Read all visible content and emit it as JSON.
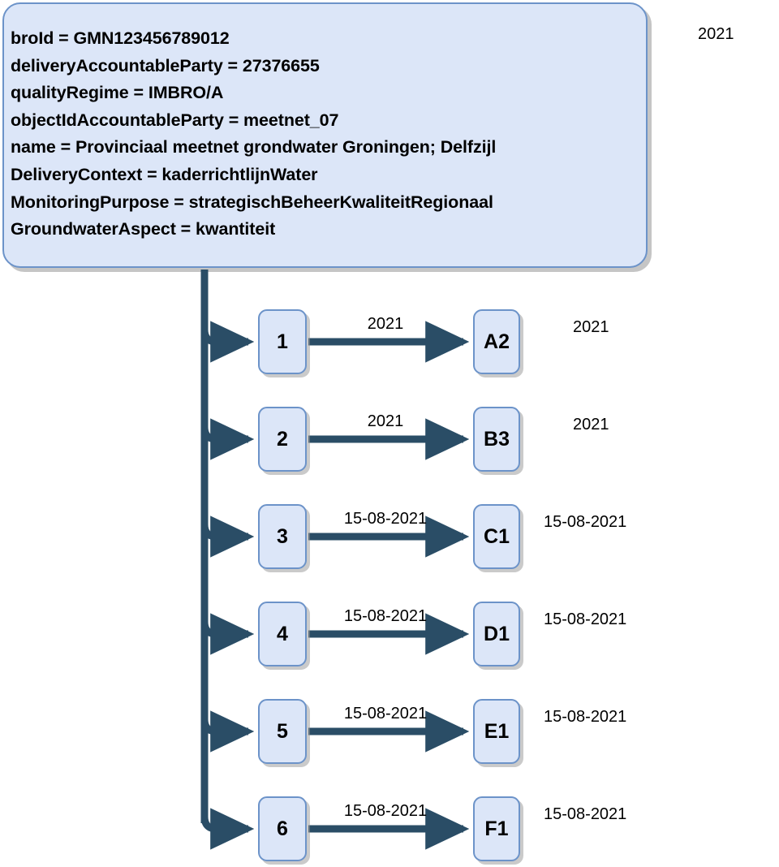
{
  "diagram": {
    "title_box": {
      "name": "gmn-attribute-box",
      "lines": [
        "broId = GMN123456789012",
        "deliveryAccountableParty = 27376655",
        "qualityRegime = IMBRO/A",
        "objectIdAccountableParty = meetnet_07",
        "name = Provinciaal meetnet grondwater Groningen; Delfzijl",
        "DeliveryContext = kaderrichtlijnWater",
        "MonitoringPurpose = strategischBeheerKwaliteitRegionaal",
        "GroundwaterAspect = kwantiteit"
      ]
    },
    "corner_label": "2021",
    "rows": [
      {
        "left": "1",
        "edge_label": "2021",
        "right": "A2",
        "row_label": "2021"
      },
      {
        "left": "2",
        "edge_label": "2021",
        "right": "B3",
        "row_label": "2021"
      },
      {
        "left": "3",
        "edge_label": "15-08-2021",
        "right": "C1",
        "row_label": "15-08-2021"
      },
      {
        "left": "4",
        "edge_label": "15-08-2021",
        "right": "D1",
        "row_label": "15-08-2021"
      },
      {
        "left": "5",
        "edge_label": "15-08-2021",
        "right": "E1",
        "row_label": "15-08-2021"
      },
      {
        "left": "6",
        "edge_label": "15-08-2021",
        "right": "F1",
        "row_label": "15-08-2021"
      }
    ],
    "colors": {
      "box_fill": "#dce6f8",
      "box_border": "#6c93c9",
      "connector": "#2a4d66",
      "text": "#000000",
      "shadow": "#969696",
      "background": "#ffffff"
    }
  }
}
